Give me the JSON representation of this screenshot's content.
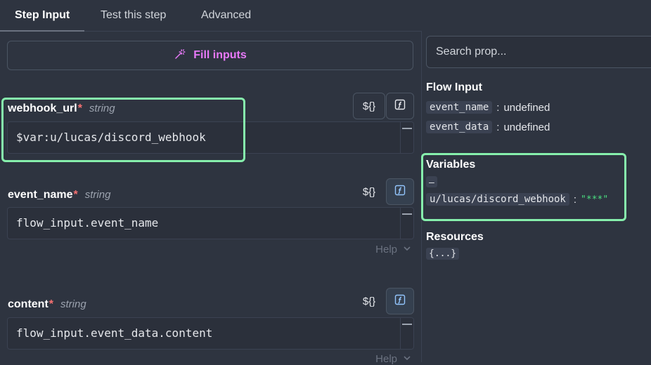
{
  "tabs": [
    {
      "label": "Step Input"
    },
    {
      "label": "Test this step"
    },
    {
      "label": "Advanced"
    }
  ],
  "left": {
    "fill_inputs_label": "Fill inputs",
    "dollar_label": "${}",
    "fields": [
      {
        "name": "webhook_url",
        "required": "*",
        "type": "string",
        "value": "$var:u/lucas/discord_webhook"
      },
      {
        "name": "event_name",
        "required": "*",
        "type": "string",
        "value": "flow_input.event_name",
        "help": "Help"
      },
      {
        "name": "content",
        "required": "*",
        "type": "string",
        "value": "flow_input.event_data.content",
        "help": "Help"
      }
    ]
  },
  "right": {
    "search_placeholder": "Search prop...",
    "flow_input": {
      "title": "Flow Input",
      "items": [
        {
          "key": "event_name",
          "value": "undefined"
        },
        {
          "key": "event_data",
          "value": "undefined"
        }
      ]
    },
    "variables": {
      "title": "Variables",
      "collapse": "–",
      "items": [
        {
          "key": "u/lucas/discord_webhook",
          "value": "\"***\""
        }
      ]
    },
    "resources": {
      "title": "Resources",
      "value": "{...}"
    }
  },
  "colors": {
    "background": "#2e3440",
    "accent_magenta": "#e879f9",
    "required_red": "#f87171",
    "highlight_green": "#86efac",
    "value_green": "#4ade80"
  }
}
